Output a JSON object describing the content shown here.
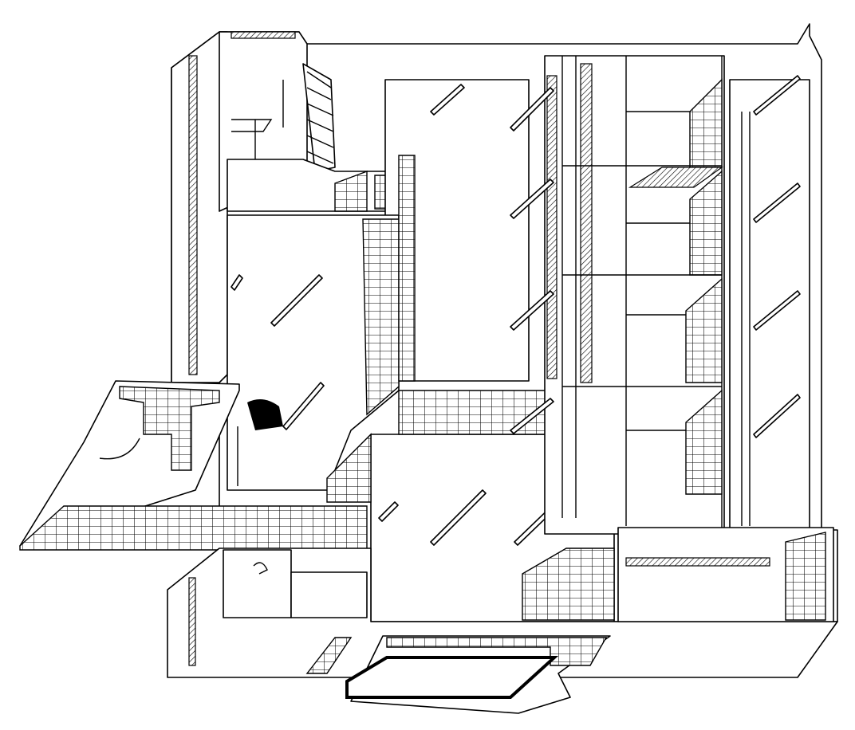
{
  "drawing": {
    "stroke_color": "#000000",
    "background": "#ffffff",
    "elements": [
      "outer-walls",
      "courtyard-floor",
      "tiled-walls",
      "stair",
      "bottom-pool"
    ]
  }
}
